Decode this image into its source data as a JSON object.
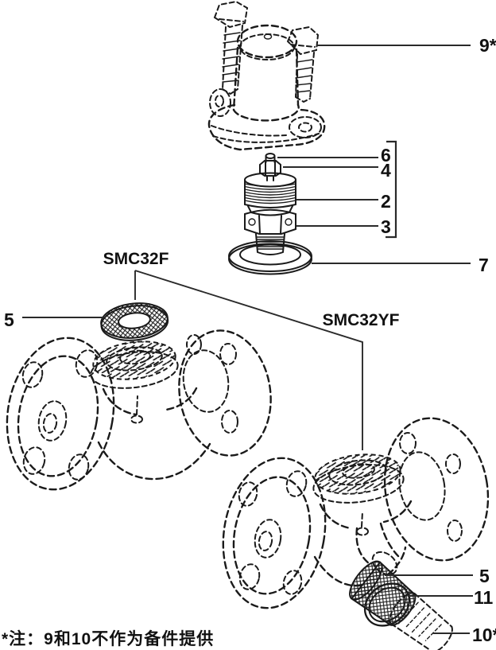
{
  "diagram": {
    "background": "#ffffff",
    "line_color": "#1a1a1a",
    "models": {
      "smc32f": "SMC32F",
      "smc32yf": "SMC32YF"
    },
    "callouts": {
      "pilot": "9*",
      "bracket_group": [
        "6",
        "4",
        "2",
        "3"
      ],
      "gasket": "7",
      "strainer_screen_top": "5",
      "strainer_screen_bottom": "5",
      "gasket_ring": "11",
      "plug": "10*"
    },
    "note": "*注：9和10不作为备件提供"
  }
}
